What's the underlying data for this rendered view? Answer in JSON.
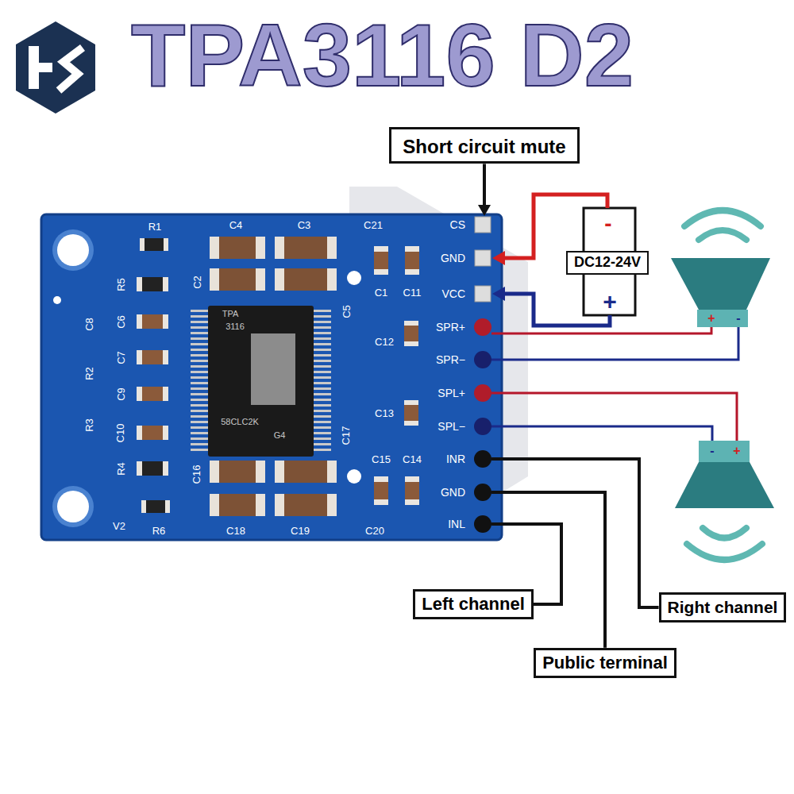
{
  "diagram": {
    "title": "TPA3116 D2",
    "nodes": [
      {
        "text": [
          "Short circuit mute"
        ]
      },
      {
        "text": [
          "DC12-24V"
        ]
      },
      {
        "text": [
          "Left channel"
        ]
      },
      {
        "text": [
          "Public terminal"
        ]
      },
      {
        "text": [
          "Right channel"
        ]
      }
    ],
    "labels": [
      "R1",
      "C4",
      "C3",
      "C21",
      "C2",
      "C5",
      "R5",
      "C8",
      "C6",
      "C1",
      "C11",
      "C12",
      "C7",
      "R2",
      "C9",
      "R3",
      "C10",
      "C13",
      "C17",
      "R4",
      "C16",
      "C15",
      "C14",
      "V2",
      "R6",
      "C18",
      "C19",
      "C20",
      "TPA",
      "3116",
      "58CLC2K",
      "G4",
      "CS",
      "GND",
      "VCC",
      "SPR+",
      "SPR−",
      "SPL+",
      "SPL−",
      "INR",
      "GND",
      "INL",
      "-",
      "+",
      "+",
      "-",
      "-",
      "+"
    ]
  }
}
